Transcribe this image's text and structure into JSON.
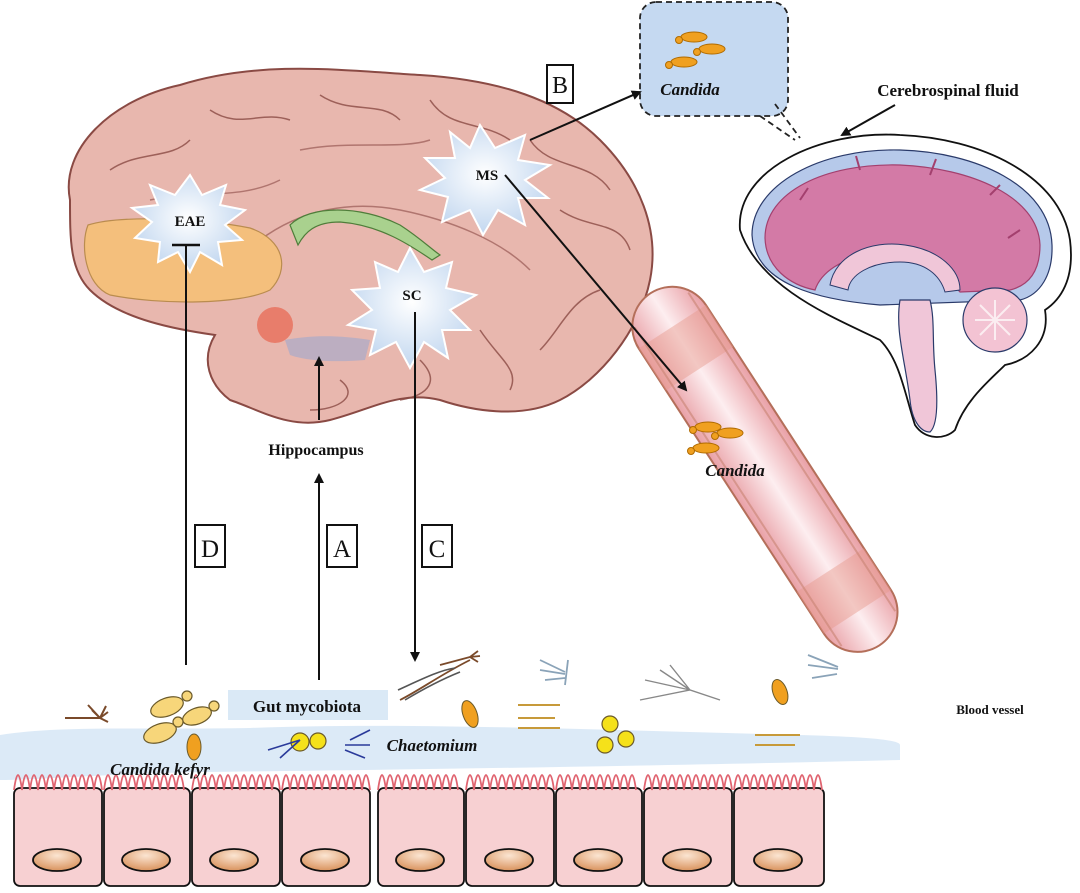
{
  "figure": {
    "labels": {
      "eae": "EAE",
      "ms": "MS",
      "sc": "SC",
      "hippocampus": "Hippocampus",
      "candida_box": "Candida",
      "cerebrospinal_fluid": "Cerebrospinal fluid",
      "candida_vessel": "Candida",
      "blood_vessel": "Blood vessel",
      "gut_mycobiota": "Gut mycobiota",
      "candida_kefyr": "Candida kefyr",
      "chaetomium": "Chaetomium"
    },
    "pathway_boxes": {
      "a": "A",
      "b": "B",
      "c": "C",
      "d": "D"
    },
    "colors": {
      "brain_tissue": "#e8b7ae",
      "brain_outline": "#8a4a44",
      "frontal_lobe_highlight": "#f5c07a",
      "corpus_callosum": "#a9d18e",
      "burst_fill": "#cfe0f3",
      "candida_box_fill": "#c5d9f1",
      "candida_yeast": "#f0a020",
      "csf_blue": "#b6c9ea",
      "cortex_magenta": "#d37aa6",
      "vessel_pink": "#f4b9c0",
      "epithelium_pink": "#f7d0d2",
      "villi_red": "#e06470",
      "nucleus_tan": "#e4ab7b",
      "mucus_blue": "#d8e8f6"
    }
  }
}
